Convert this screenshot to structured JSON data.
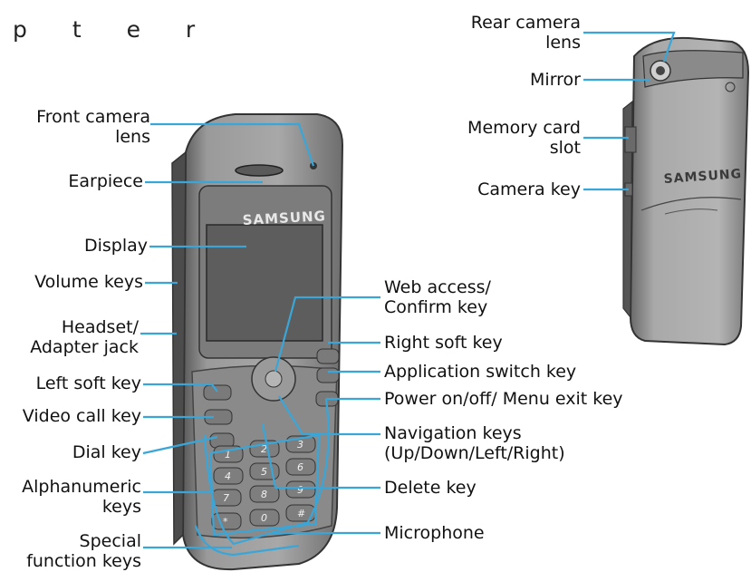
{
  "header_text": "p t e r",
  "front_labels": {
    "front_camera_lens": [
      "Front camera",
      "lens"
    ],
    "earpiece": "Earpiece",
    "display": "Display",
    "volume_keys": "Volume keys",
    "headset_adapter_jack": [
      "Headset/",
      "Adapter jack"
    ],
    "left_soft_key": "Left soft key",
    "video_call_key": "Video call key",
    "dial_key": "Dial key",
    "alphanumeric_keys": [
      "Alphanumeric",
      "keys"
    ],
    "special_function_keys": [
      "Special",
      "function keys"
    ],
    "web_access_confirm_key": [
      "Web access/",
      "Confirm key"
    ],
    "right_soft_key": "Right soft key",
    "application_switch_key": "Application switch key",
    "power_menu_exit_key": "Power on/off/ Menu exit key",
    "navigation_keys": [
      "Navigation keys",
      "(Up/Down/Left/Right)"
    ],
    "delete_key": "Delete key",
    "microphone": "Microphone"
  },
  "rear_labels": {
    "rear_camera_lens": [
      "Rear camera",
      "lens"
    ],
    "mirror": "Mirror",
    "memory_card_slot": [
      "Memory card",
      "slot"
    ],
    "camera_key": "Camera key"
  },
  "brand_front": "SAMSUNG",
  "brand_rear": "SAMSUNG",
  "keypad_glyphs": [
    "1",
    "2",
    "3",
    "4",
    "5",
    "6",
    "7",
    "8",
    "9",
    "*",
    "0",
    "#"
  ],
  "colors": {
    "leader_line": "#3aa6d8",
    "phone_body": "#8e8e8e",
    "screen": "#6a6a6a"
  }
}
